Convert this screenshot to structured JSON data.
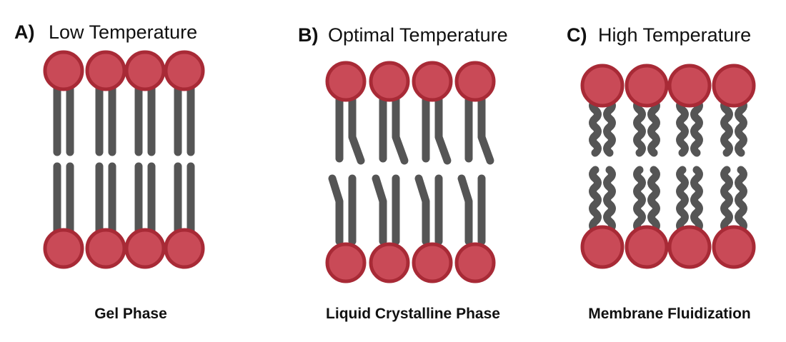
{
  "colors": {
    "head_fill": "#c94a57",
    "head_stroke": "#a82a36",
    "tail": "#555555"
  },
  "panels": [
    {
      "letter": "A)",
      "title": "Low Temperature",
      "caption": "Gel Phase",
      "tail_shape": "straight"
    },
    {
      "letter": "B)",
      "title": "Optimal Temperature",
      "caption": "Liquid Crystalline Phase",
      "tail_shape": "kinked"
    },
    {
      "letter": "C)",
      "title": "High Temperature",
      "caption": "Membrane Fluidization",
      "tail_shape": "wavy"
    }
  ]
}
